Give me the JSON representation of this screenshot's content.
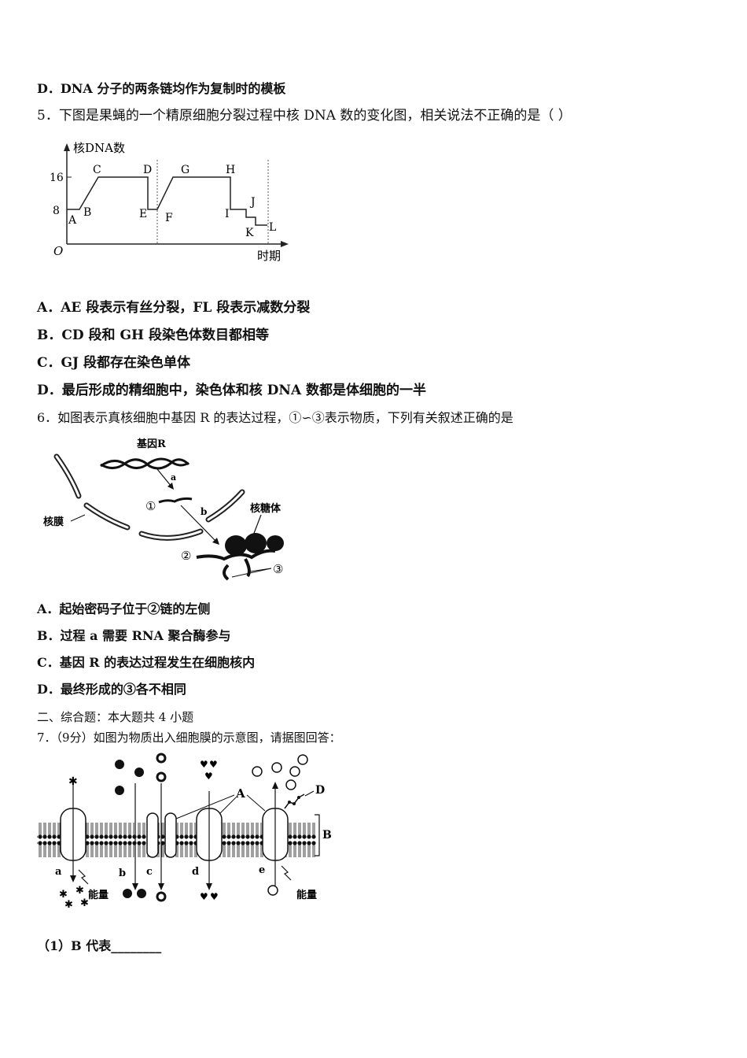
{
  "q4": {
    "option_d": "D．DNA 分子的两条链均作为复制时的模板"
  },
  "q5": {
    "stem": "5．下图是果蝇的一个精原细胞分裂过程中核 DNA 数的变化图，相关说法不正确的是（    ）",
    "figure": {
      "y_axis_label": "核DNA数",
      "x_axis_label": "时期",
      "origin": "O",
      "tick_16": "16",
      "tick_8": "8",
      "points": [
        "A",
        "B",
        "C",
        "D",
        "E",
        "F",
        "G",
        "H",
        "I",
        "J",
        "K",
        "L"
      ]
    },
    "options": [
      "A．AE 段表示有丝分裂，FL 段表示减数分裂",
      "B．CD 段和 GH 段染色体数目都相等",
      "C．GJ 段都存在染色单体",
      "D．最后形成的精细胞中，染色体和核 DNA 数都是体细胞的一半"
    ]
  },
  "q6": {
    "stem": "6．如图表示真核细胞中基因 R 的表达过程，①∽③表示物质，下列有关叙述正确的是",
    "figure": {
      "gene_label": "基因R",
      "a_label": "a",
      "b_label": "b",
      "n1": "①",
      "n2": "②",
      "n3": "③",
      "membrane_label": "核膜",
      "ribosome_label": "核糖体"
    },
    "options": [
      "A．起始密码子位于②链的左侧",
      "B．过程 a 需要 RNA 聚合酶参与",
      "C．基因 R 的表达过程发生在细胞核内",
      "D．最终形成的③各不相同"
    ]
  },
  "section2": {
    "title": "二、综合题：本大题共 4 小题"
  },
  "q7": {
    "stem": "7．（9分）如图为物质出入细胞膜的示意图，请据图回答：",
    "figure": {
      "A": "A",
      "B": "B",
      "D": "D",
      "a": "a",
      "b": "b",
      "c": "c",
      "d": "d",
      "e": "e",
      "energy": "能量"
    },
    "sub1": "（1）B 代表________"
  }
}
